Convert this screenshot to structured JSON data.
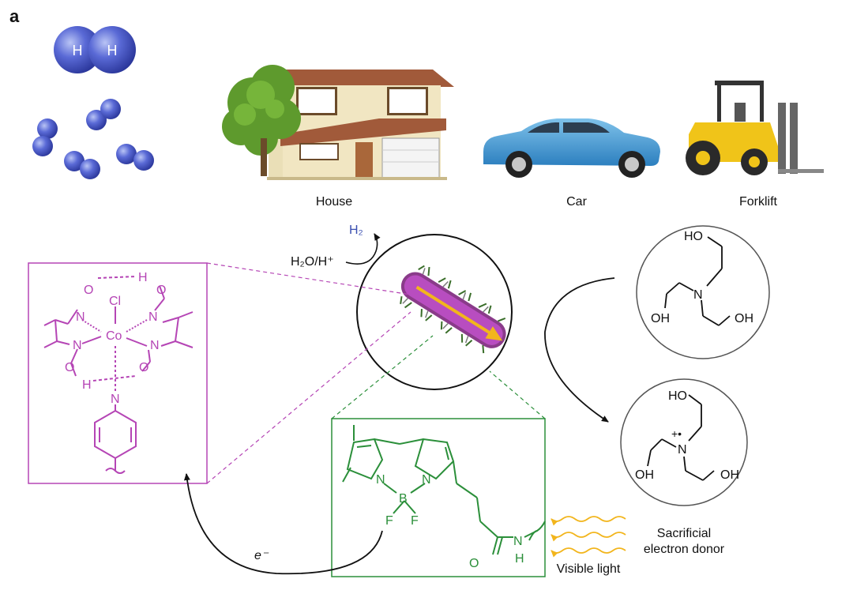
{
  "panel_label": "a",
  "hydrogen": {
    "atom1": "H",
    "atom2": "H"
  },
  "applications": {
    "house": "House",
    "car": "Car",
    "forklift": "Forklift"
  },
  "reaction": {
    "reactant": "H₂O/H⁺",
    "product": "H₂"
  },
  "cobalt_catalyst": {
    "O1": "O",
    "H_top": "H",
    "O2": "O",
    "Cl": "Cl",
    "N1": "N",
    "N2": "N",
    "Co": "Co",
    "N3": "N",
    "N4": "N",
    "O3": "O",
    "O4": "O",
    "H_bot": "H",
    "N_py": "N"
  },
  "triethanolamine": {
    "HO": "HO",
    "N": "N",
    "OH_left": "OH",
    "OH_right": "OH"
  },
  "radical_cation": {
    "HO": "HO",
    "charge": "+•",
    "N": "N",
    "OH_left": "OH",
    "OH_right": "OH"
  },
  "bodipy": {
    "N1": "N",
    "N2": "N",
    "B": "B",
    "F1": "F",
    "F2": "F",
    "O": "O",
    "NH_N": "N",
    "NH_H": "H"
  },
  "electron": "e⁻",
  "light_label": "Visible light",
  "donor_label_line1": "Sacrificial",
  "donor_label_line2": "electron donor",
  "colors": {
    "catalyst": "#b545b5",
    "photosensitizer": "#2b8f3a",
    "light": "#f2b51c",
    "hydrogen": "#4457c4",
    "h2_label": "#3a4fb0"
  }
}
